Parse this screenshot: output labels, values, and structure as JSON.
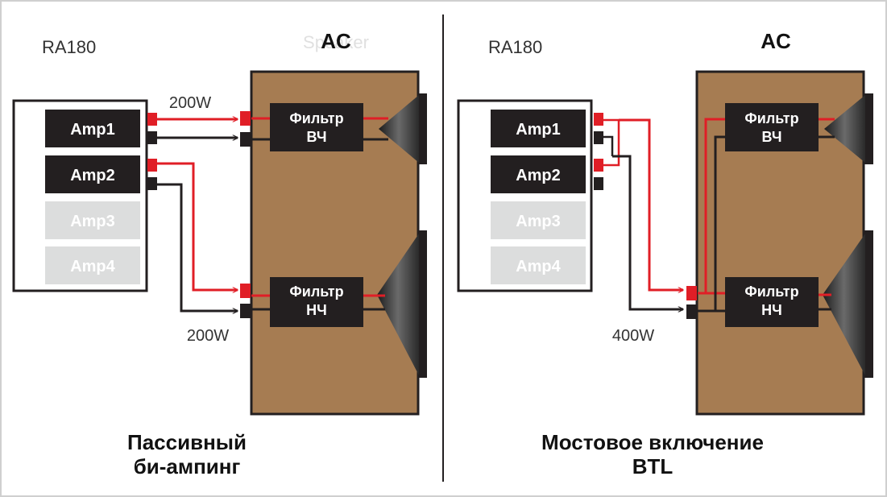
{
  "colors": {
    "cabinet": "#a67c52",
    "box_dark": "#231f20",
    "wire_red": "#e01e26",
    "wire_black": "#231f20",
    "amp_inactive": "#dcdddd",
    "divider": "#231f20"
  },
  "left": {
    "device": "RA180",
    "speaker": "AC",
    "speaker_ghost": "Speaker",
    "amps": [
      "Amp1",
      "Amp2",
      "Amp3",
      "Amp4"
    ],
    "filter_hf": {
      "line1": "Фильтр",
      "line2": "ВЧ"
    },
    "filter_lf": {
      "line1": "Фильтр",
      "line2": "НЧ"
    },
    "power_top": "200W",
    "power_bottom": "200W",
    "caption_line1": "Пассивный",
    "caption_line2": "би-ампинг"
  },
  "right": {
    "device": "RA180",
    "speaker": "AC",
    "amps": [
      "Amp1",
      "Amp2",
      "Amp3",
      "Amp4"
    ],
    "filter_hf": {
      "line1": "Фильтр",
      "line2": "ВЧ"
    },
    "filter_lf": {
      "line1": "Фильтр",
      "line2": "НЧ"
    },
    "power": "400W",
    "caption_line1": "Мостовое включение",
    "caption_line2": "BTL"
  }
}
